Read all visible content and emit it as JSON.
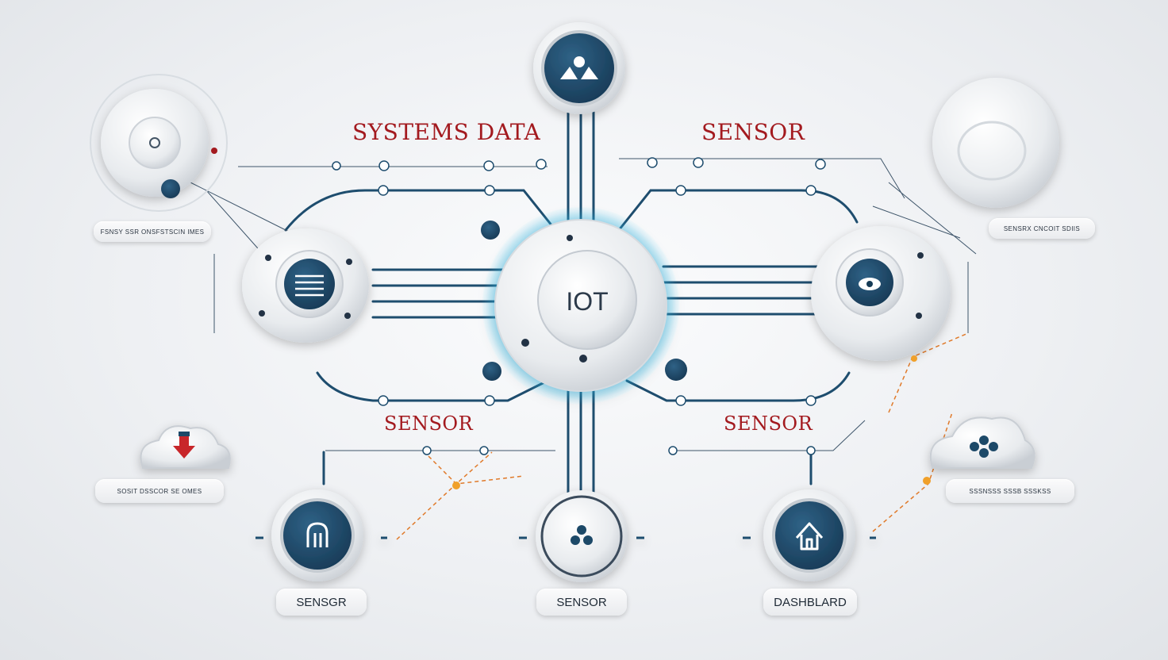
{
  "titles": {
    "systems_data": "SYSTEMS DATA",
    "sensor_top": "SENSOR",
    "sensor_mid_left": "SENSOR",
    "sensor_mid_right": "SENSOR"
  },
  "hub": {
    "label": "IOT"
  },
  "side_labels": {
    "top_left": "FSNSY SSR ONSFSTSCIN IMES",
    "top_right": "SENSRX CNCOIT SDIIS",
    "bottom_left": "SOSIT DSSCOR SE OMES",
    "bottom_right": "SSSNSSS SSSB SSSKSS"
  },
  "bottom_labels": {
    "left": "SENSGR",
    "center": "SENSOR",
    "right": "DASHBLARD"
  },
  "icons": {
    "top_node": "people-icon",
    "left_node": "menu-lines-icon",
    "right_node": "eye-icon",
    "bottom_left_node": "signal-icon",
    "bottom_center_node": "cluster-icon",
    "bottom_right_node": "home-icon",
    "cloud_left": "cloud-download-icon",
    "cloud_right": "cloud-cluster-icon"
  },
  "colors": {
    "accent_red": "#a31a1f",
    "node_blue": "#1f4868",
    "line_blue": "#1e4d6e",
    "glow_cyan": "#2ab7e6",
    "dash_orange": "#e07a2a"
  }
}
